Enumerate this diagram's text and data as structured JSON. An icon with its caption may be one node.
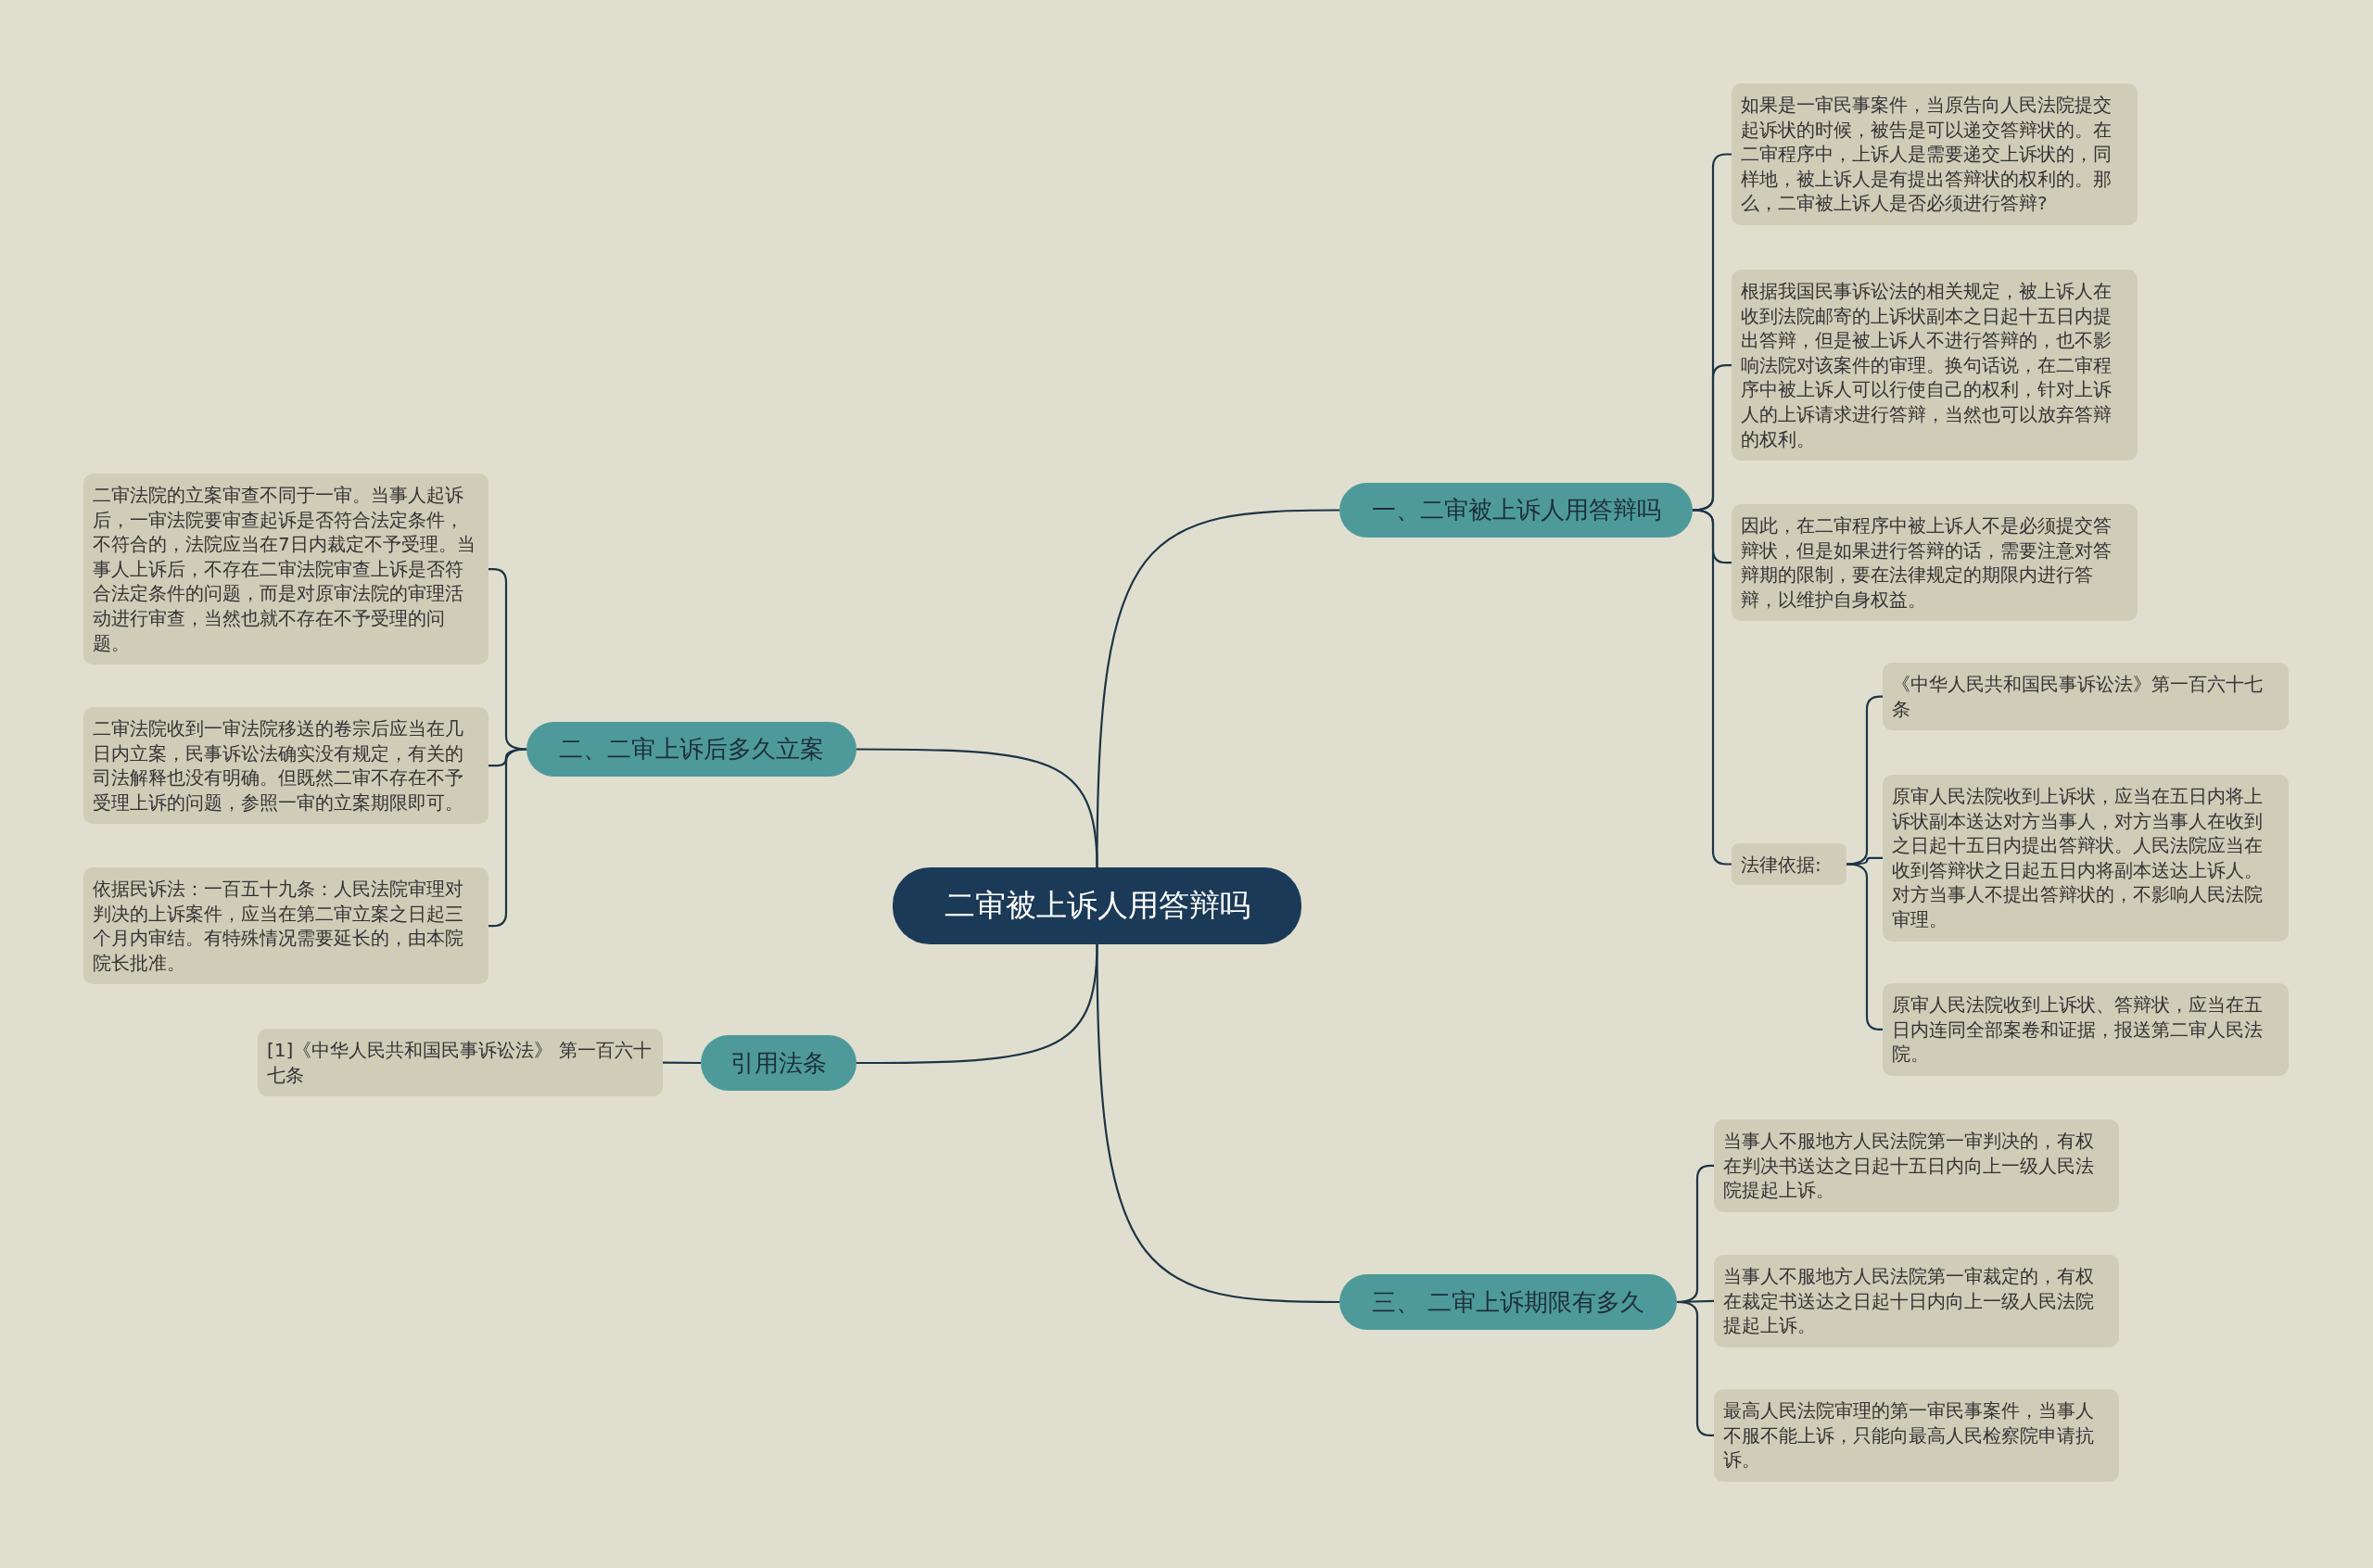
{
  "diagram": {
    "nodes": [
      {
        "text": [
          "二审被上诉人用答辩吗"
        ]
      },
      {
        "text": [
          "一、二审被上诉人用答辩吗"
        ]
      },
      {
        "text": [
          "如果是一审民事案件，当原告向人民法院提交起诉状的时候，被告是可以递交答辩状的。在二审程序中，上诉人是需要递交上诉状的，同样地，被上诉人是有提出答辩状的权利的。那么，二审被上诉人是否必须进行答辩?"
        ]
      },
      {
        "text": [
          "根据我国民事诉讼法的相关规定，被上诉人在收到法院邮寄的上诉状副本之日起十五日内提出答辩，但是被上诉人不进行答辩的，也不影响法院对该案件的审理。换句话说，在二审程序中被上诉人可以行使自己的权利，针对上诉人的上诉请求进行答辩，当然也可以放弃答辩的权利。"
        ]
      },
      {
        "text": [
          "因此，在二审程序中被上诉人不是必须提交答辩状，但是如果进行答辩的话，需要注意对答辩期的限制，要在法律规定的期限内进行答辩，以维护自身权益。"
        ]
      },
      {
        "text": [
          "法律依据:"
        ]
      },
      {
        "text": [
          "《中华人民共和国民事诉讼法》第一百六十七条"
        ]
      },
      {
        "text": [
          "原审人民法院收到上诉状，应当在五日内将上诉状副本送达对方当事人，对方当事人在收到之日起十五日内提出答辩状。人民法院应当在收到答辩状之日起五日内将副本送达上诉人。对方当事人不提出答辩状的，不影响人民法院审理。"
        ]
      },
      {
        "text": [
          "原审人民法院收到上诉状、答辩状，应当在五日内连同全部案卷和证据，报送第二审人民法院。"
        ]
      },
      {
        "text": [
          "三、 二审上诉期限有多久"
        ]
      },
      {
        "text": [
          "当事人不服地方人民法院第一审判决的，有权在判决书送达之日起十五日内向上一级人民法院提起上诉。"
        ]
      },
      {
        "text": [
          "当事人不服地方人民法院第一审裁定的，有权在裁定书送达之日起十日内向上一级人民法院提起上诉。"
        ]
      },
      {
        "text": [
          "最高人民法院审理的第一审民事案件，当事人不服不能上诉，只能向最高人民检察院申请抗诉。"
        ]
      },
      {
        "text": [
          "二、二审上诉后多久立案"
        ]
      },
      {
        "text": [
          "二审法院的立案审查不同于一审。当事人起诉后，一审法院要审查起诉是否符合法定条件，不符合的，法院应当在7日内裁定不予受理。当事人上诉后，不存在二审法院审查上诉是否符合法定条件的问题，而是对原审法院的审理活动进行审查，当然也就不存在不予受理的问题。"
        ]
      },
      {
        "text": [
          "二审法院收到一审法院移送的卷宗后应当在几日内立案，民事诉讼法确实没有规定，有关的司法解释也没有明确。但既然二审不存在不予受理上诉的问题，参照一审的立案期限即可。"
        ]
      },
      {
        "text": [
          "依据民诉法：一百五十九条：人民法院审理对判决的上诉案件，应当在第二审立案之日起三个月内审结。有特殊情况需要延长的，由本院院长批准。"
        ]
      },
      {
        "text": [
          "引用法条"
        ]
      },
      {
        "text": [
          "[1]《中华人民共和国民事诉讼法》 第一百六十七条"
        ]
      }
    ],
    "edges": [
      {
        "from": 0,
        "to": 1,
        "arrow": "none"
      },
      {
        "from": 1,
        "to": 2,
        "arrow": "none"
      },
      {
        "from": 1,
        "to": 3,
        "arrow": "none"
      },
      {
        "from": 1,
        "to": 4,
        "arrow": "none"
      },
      {
        "from": 1,
        "to": 5,
        "arrow": "none"
      },
      {
        "from": 5,
        "to": 6,
        "arrow": "none"
      },
      {
        "from": 5,
        "to": 7,
        "arrow": "none"
      },
      {
        "from": 5,
        "to": 8,
        "arrow": "none"
      },
      {
        "from": 0,
        "to": 9,
        "arrow": "none"
      },
      {
        "from": 9,
        "to": 10,
        "arrow": "none"
      },
      {
        "from": 9,
        "to": 11,
        "arrow": "none"
      },
      {
        "from": 9,
        "to": 12,
        "arrow": "none"
      },
      {
        "from": 0,
        "to": 13,
        "arrow": "none"
      },
      {
        "from": 13,
        "to": 14,
        "arrow": "none"
      },
      {
        "from": 13,
        "to": 15,
        "arrow": "none"
      },
      {
        "from": 13,
        "to": 16,
        "arrow": "none"
      },
      {
        "from": 0,
        "to": 17,
        "arrow": "none"
      },
      {
        "from": 17,
        "to": 18,
        "arrow": "none"
      }
    ]
  }
}
